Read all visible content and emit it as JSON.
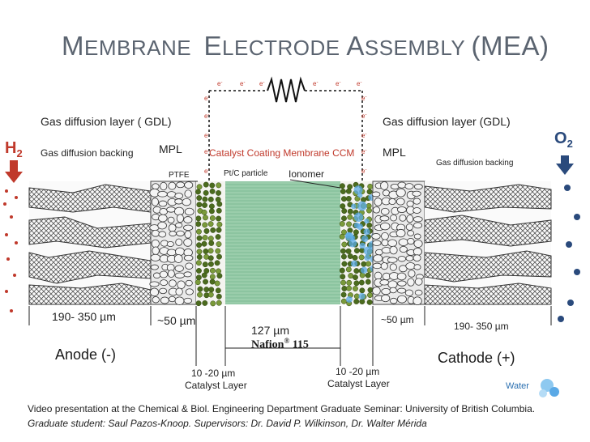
{
  "title": {
    "cap1": "M",
    "rest1": "EMBRANE",
    "cap2": "E",
    "rest2": "LECTRODE",
    "cap3": "A",
    "rest3": "SSEMBLY",
    "suffix": "(MEA)"
  },
  "labels": {
    "gdl_left": "Gas diffusion layer ( GDL)",
    "gdl_right": "Gas diffusion layer (GDL)",
    "gdb_left": "Gas diffusion backing",
    "gdb_right": "Gas diffusion backing",
    "mpl_left": "MPL",
    "mpl_right": "MPL",
    "ccm": "Catalyst Coating Membrane CCM",
    "ptfe": "PTFE",
    "ptc": "Pt/C particle",
    "ionomer": "Ionomer",
    "h2": "H",
    "h2_sub": "2",
    "o2": "O",
    "o2_sub": "2",
    "electron": "e",
    "electron_sup": "-",
    "dim_gdl_left": "190- 350  µm",
    "dim_mpl_left": "~50 µm",
    "dim_membrane": "127 µm",
    "nafion": "Nafion",
    "nafion_sup": "®",
    "nafion_num": " 115",
    "dim_mpl_right": "~50 µm",
    "dim_gdl_right": "190- 350  µm",
    "anode": "Anode (-)",
    "cathode": "Cathode (+)",
    "cl_left_dim": "10 -20 µm",
    "cl_left": "Catalyst Layer",
    "cl_right_dim": "10 -20 µm",
    "cl_right": "Catalyst Layer",
    "water": "Water"
  },
  "footer": {
    "line1": "Video presentation at the Chemical & Biol. Engineering Department Graduate Seminar: University of British Columbia.",
    "line2_italic": "Graduate student: Saul Pazos-Knoop. Supervisors: Dr. David P. Wilkinson, Dr. Walter Mérida"
  },
  "colors": {
    "h2": "#c0392b",
    "o2": "#2a4a7c",
    "membrane": "#8cc4a0",
    "catalyst": "#4b6b1e",
    "water": "#5aa9e6",
    "title": "#5b6470"
  }
}
